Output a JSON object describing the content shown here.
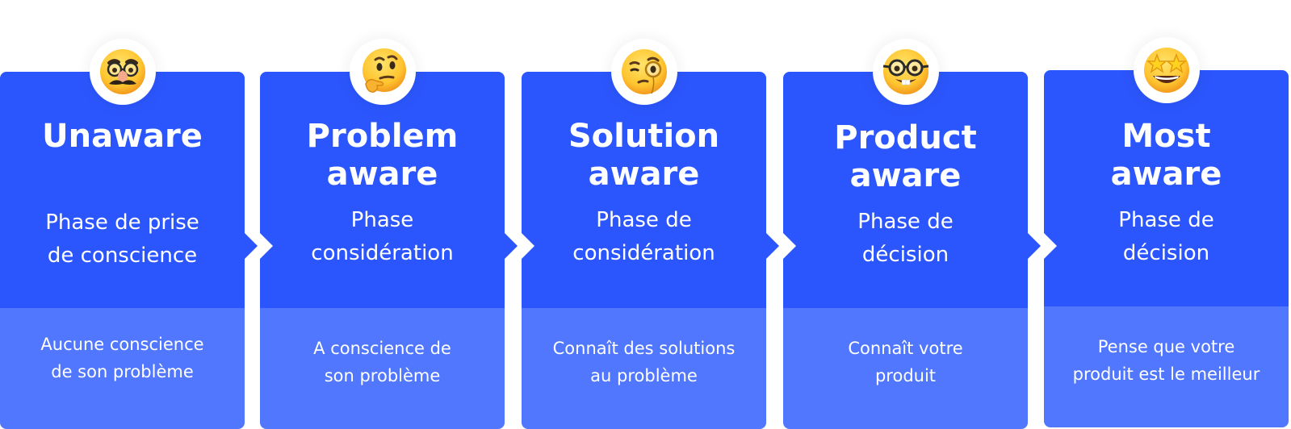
{
  "colors": {
    "card_top": "#2c56fd",
    "card_bottom": "#5077fd",
    "text": "#ffffff"
  },
  "stages": [
    {
      "emoji": "disguised-face-glasses-mustache",
      "title": "Unaware",
      "subtitle": "Phase de prise\nde conscience",
      "description": "Aucune conscience\nde son problème"
    },
    {
      "emoji": "thinking-face",
      "title": "Problem\naware",
      "subtitle": "Phase\nconsidération",
      "description": "A conscience de\nson problème"
    },
    {
      "emoji": "face-with-monocle",
      "title": "Solution\naware",
      "subtitle": "Phase de\nconsidération",
      "description": "Connaît des solutions\nau problème"
    },
    {
      "emoji": "nerd-face",
      "title": "Product\naware",
      "subtitle": "Phase de\ndécision",
      "description": "Connaît votre\nproduit"
    },
    {
      "emoji": "star-struck-face",
      "title": "Most\naware",
      "subtitle": "Phase de\ndécision",
      "description": "Pense que votre\nproduit est le meilleur"
    }
  ]
}
